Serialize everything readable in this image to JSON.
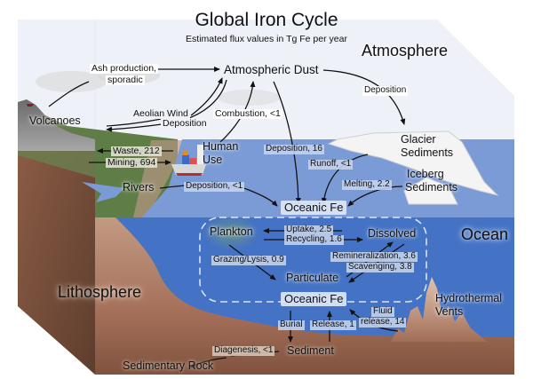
{
  "title": "Global Iron Cycle",
  "subtitle": "Estimated flux values in Tg Fe per year",
  "regions": {
    "atmosphere": "Atmosphere",
    "ocean": "Ocean",
    "lithosphere": "Lithosphere"
  },
  "nodes": {
    "atmospheric_dust": "Atmospheric Dust",
    "volcanoes": "Volcanoes",
    "human_use_1": "Human",
    "human_use_2": "Use",
    "glacier_1": "Glacier",
    "glacier_2": "Sediments",
    "iceberg_1": "Iceberg",
    "iceberg_2": "Sediments",
    "rivers": "Rivers",
    "oceanic_fe_upper": "Oceanic Fe",
    "plankton": "Plankton",
    "dissolved": "Dissolved",
    "particulate": "Particulate",
    "oceanic_fe_lower": "Oceanic Fe",
    "hydrothermal_1": "Hydrothermal",
    "hydrothermal_2": "Vents",
    "sediment": "Sediment",
    "sedimentary_rock": "Sedimentary Rock"
  },
  "fluxes": {
    "ash_1": "Ash production,",
    "ash_2": "sporadic",
    "aeolian": "Aeolian Wind",
    "aeolian_deposition": "Deposition",
    "combustion": "Combustion, <1",
    "atm_deposition_glacier": "Deposition",
    "waste": "Waste, 212",
    "mining": "Mining, 694",
    "deposition_16": "Deposition, 16",
    "runoff": "Runoff, <1",
    "melting": "Melting, 2.2",
    "river_deposition": "Deposition, <1",
    "uptake": "Uptake, 2.5",
    "recycling": "Recycling, 1.6",
    "grazing": "Grazing/Lysis, 0.9",
    "remineralization": "Remineralization, 3.6",
    "scavenging": "Scavenging, 3.8",
    "burial": "Burial",
    "release": "Release, 1",
    "fluid_1": "Fluid",
    "fluid_2": "release, 14",
    "diagenesis": "Diagenesis, <1"
  },
  "colors": {
    "sky": "#eef1f8",
    "ocean_surface": "#7b9bd6",
    "ocean_deep": "#4472c4",
    "land_front": "#a9775e",
    "land_side": "#7d5440",
    "grass": "#5f7d46",
    "glacier": "#f4f4f4"
  }
}
